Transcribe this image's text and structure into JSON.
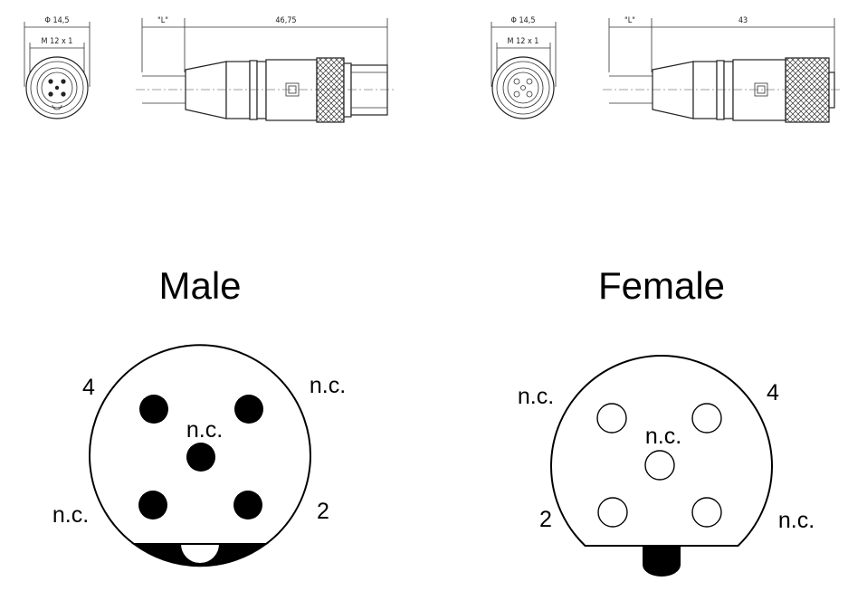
{
  "drawings": {
    "left": {
      "diameter_label": "Φ 14,5",
      "thread_label": "M 12 x 1",
      "length_label": "\"L\"",
      "overall_label": "46,75"
    },
    "right": {
      "diameter_label": "Φ 14,5",
      "thread_label": "M 12 x 1",
      "length_label": "\"L\"",
      "overall_label": "43"
    }
  },
  "male": {
    "title": "Male",
    "labels": {
      "top_left": "4",
      "top_right": "n.c.",
      "center": "n.c.",
      "bottom_left": "n.c.",
      "bottom_right": "2"
    }
  },
  "female": {
    "title": "Female",
    "labels": {
      "top_left": "n.c.",
      "top_right": "4",
      "center": "n.c.",
      "bottom_left": "2",
      "bottom_right": "n.c."
    }
  },
  "colors": {
    "ink": "#000000",
    "background": "#ffffff"
  }
}
